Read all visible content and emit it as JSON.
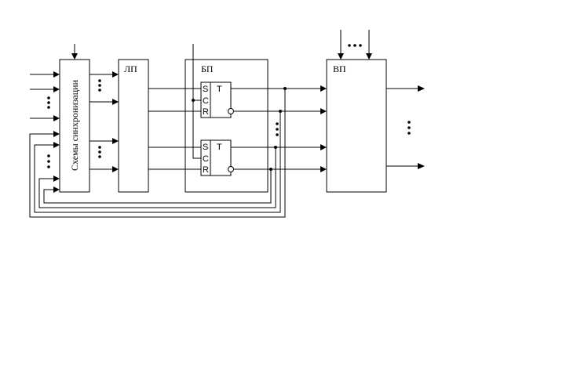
{
  "blocks": {
    "sync": "Схемы синхронизации",
    "lp": "ЛП",
    "bp": "БП",
    "vp": "ВП"
  },
  "trigger": {
    "s": "S",
    "c": "C",
    "r": "R",
    "t": "T"
  }
}
